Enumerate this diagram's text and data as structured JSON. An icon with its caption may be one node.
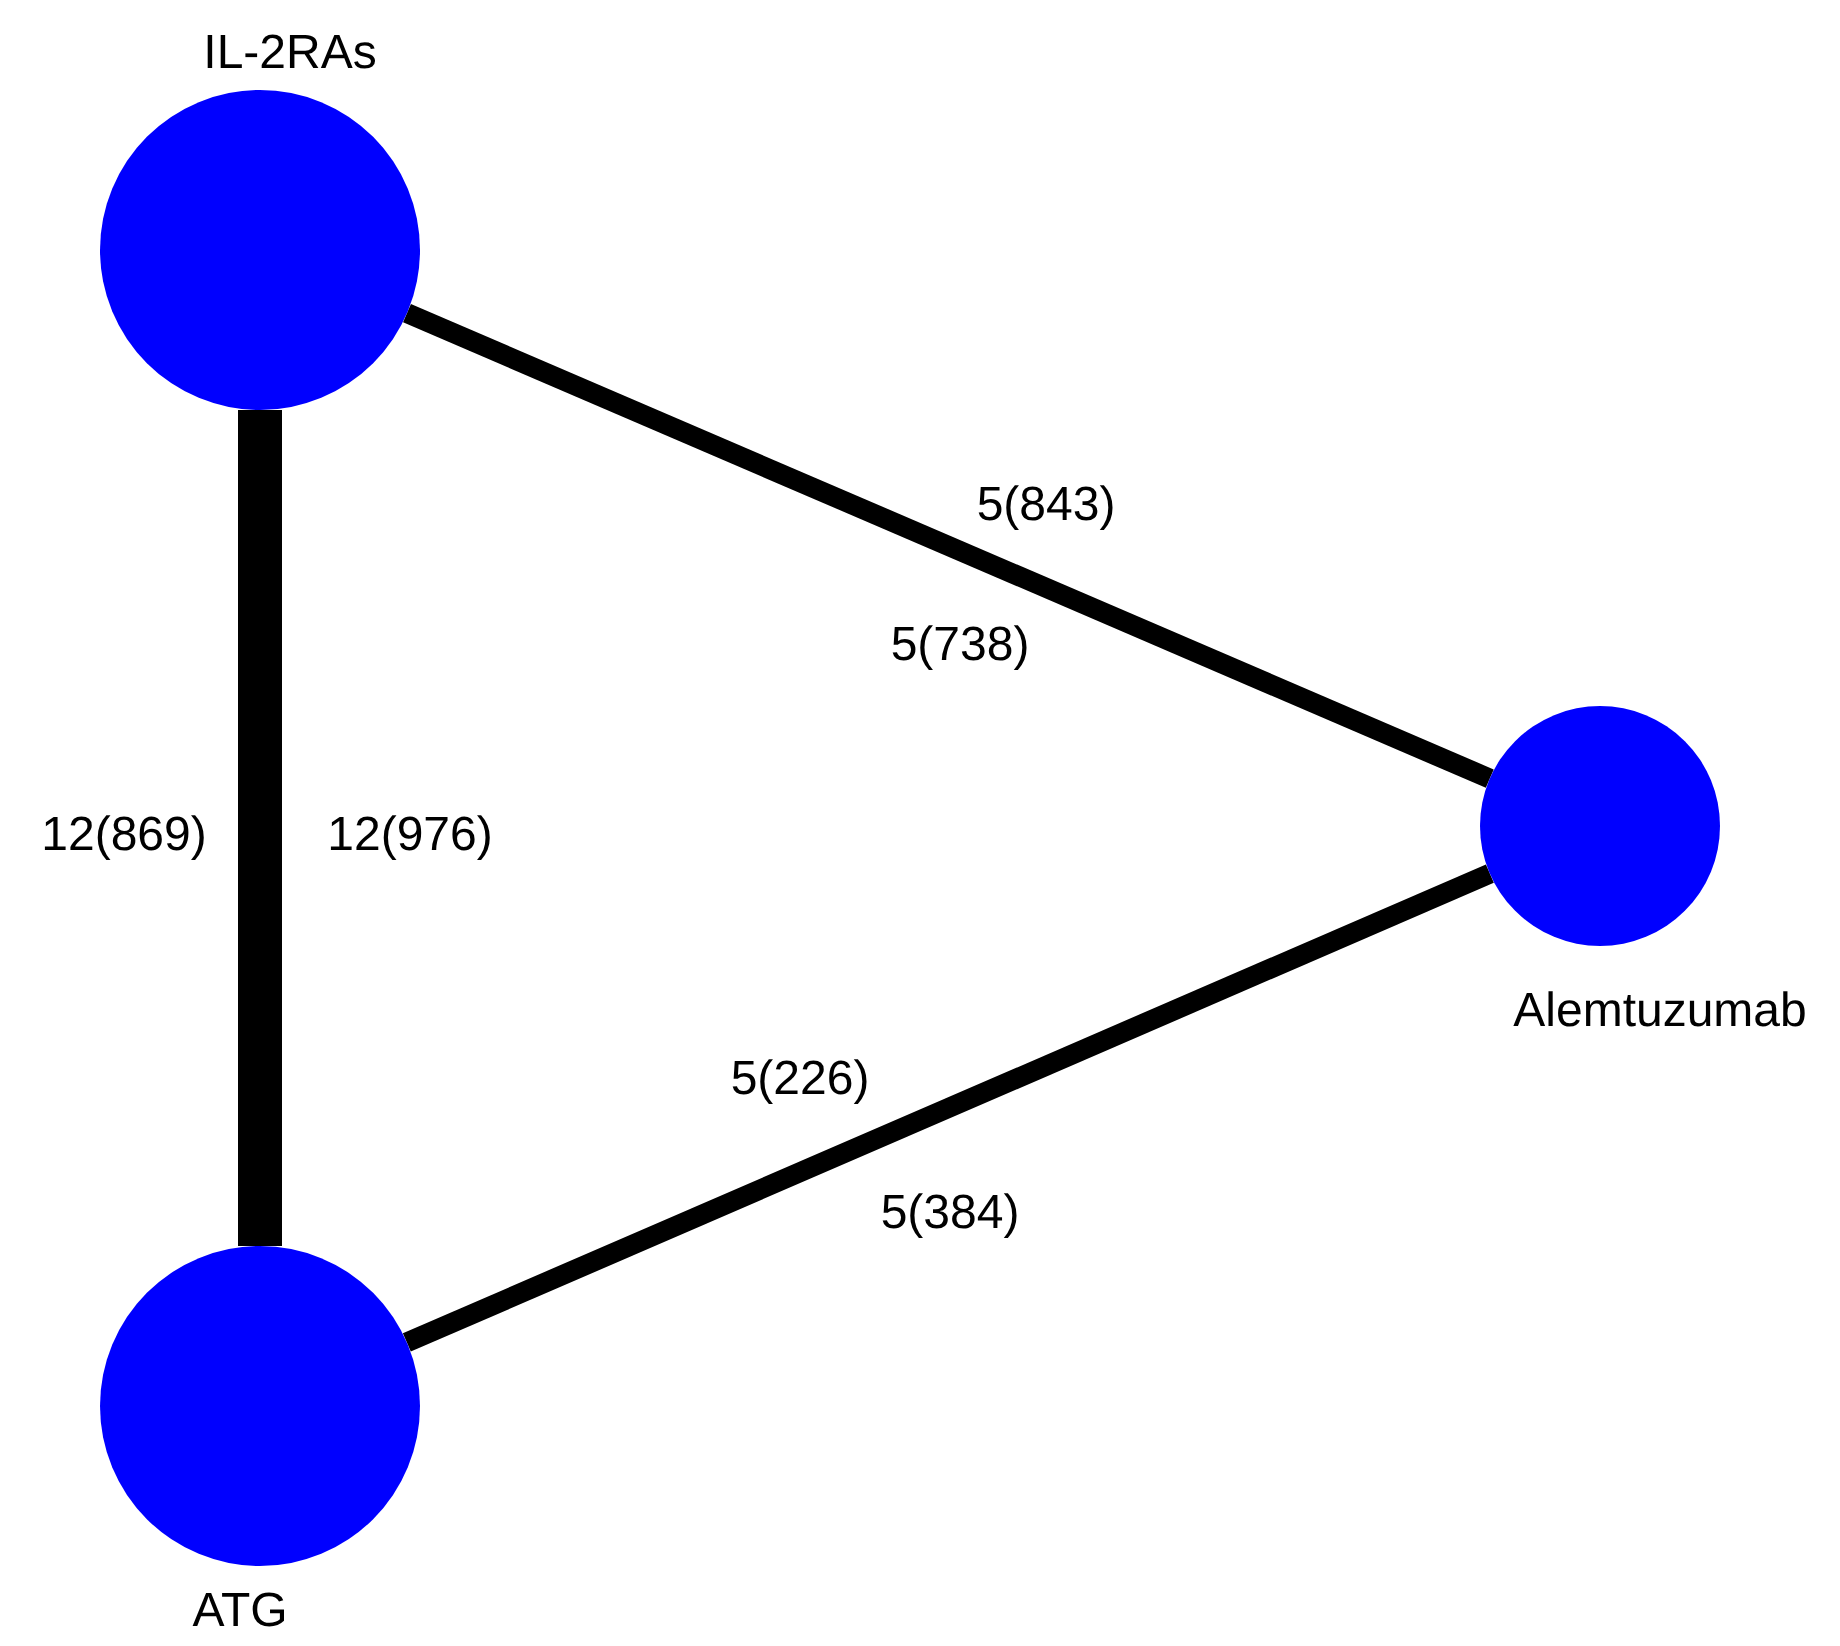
{
  "diagram": {
    "nodes": [
      {
        "text": [
          "IL-2RAs"
        ]
      },
      {
        "text": [
          "ATG"
        ]
      },
      {
        "text": [
          "Alemtuzumab"
        ]
      }
    ],
    "edges": [
      {
        "from": 0,
        "to": 2,
        "arrow": "none",
        "label": "5(843)"
      },
      {
        "from": 0,
        "to": 1,
        "arrow": "none",
        "label": "12(869)",
        "style": "thick"
      },
      {
        "from": 1,
        "to": 2,
        "arrow": "none",
        "label": "5(226)"
      }
    ],
    "labels": [
      "5(738)",
      "12(976)",
      "5(384)"
    ]
  }
}
